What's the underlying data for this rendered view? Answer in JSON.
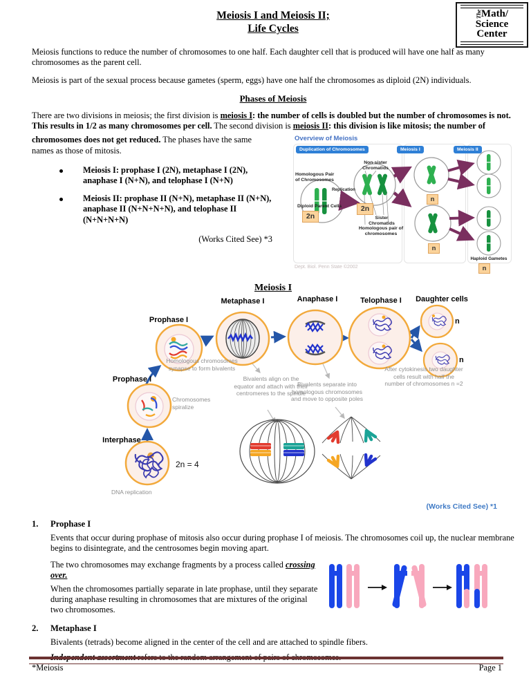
{
  "logo": {
    "the": "The",
    "word1": "Math/",
    "word2": "Science",
    "word3": "Center"
  },
  "title": {
    "line1": "Meiosis I and Meiosis II;",
    "line2": "Life Cycles"
  },
  "intro": {
    "p1": "Meiosis functions to reduce the number of chromosomes to one half. Each daughter cell that is produced will have one half as many chromosomes as the parent cell.",
    "p2": "Meiosis is part of the sexual process because gametes (sperm, eggs) have one half the chromosomes as diploid (2N) individuals."
  },
  "phases": {
    "heading": "Phases of Meiosis",
    "para": {
      "s1": "There are two divisions in meiosis; the first division is ",
      "s2": "meiosis I",
      "s3": ": the number of cells is doubled but the number of chromosomes is not. This results in 1/2 as many chromosomes per cell.",
      "s4": " The second division is ",
      "s5": "meiosis II",
      "s6": ": this division is like mitosis; the number of",
      "s7": "chromosomes does not get reduced.",
      "s8": " The phases have the same names as those of mitosis."
    },
    "bullets": [
      "Meiosis I: prophase I (2N), metaphase I (2N), anaphase I (N+N), and telophase I (N+N)",
      "Meiosis II: prophase II (N+N), metaphase II (N+N), anaphase II (N+N+N+N), and telophase II (N+N+N+N)"
    ],
    "works_cited": "(Works Cited See) *3"
  },
  "overview": {
    "title": "Overview of Meiosis",
    "badge_dup": "Duplication of Chromosomes",
    "badge_m1": "Meiosis I",
    "badge_m2": "Meiosis II",
    "non_sister": "Non-sister Chromatids",
    "homologous_pair": "Homologous Pair of Chromosomes",
    "replication": "Replication",
    "diploid": "Diploid Parent Cells",
    "box_2n_a": "2n",
    "box_2n_b": "2n",
    "sister": "Sister Chromatids",
    "hom_pair2": "Homologous pair of chromosomes",
    "box_n_a": "n",
    "box_n_b": "n",
    "box_n_c": "n",
    "haploid": "Haploid Gametes",
    "credit": "Dept. Biol. Penn State ©2002"
  },
  "diagram": {
    "heading": "Meiosis I",
    "prophase_a": "Prophase I",
    "prophase_b": "Prophase I",
    "interphase": "Interphase",
    "metaphase": "Metaphase I",
    "anaphase": "Anaphase I",
    "telophase": "Telophase I",
    "daughter": "Daughter cells",
    "n1": "n",
    "n2": "n",
    "ploidy": "2n = 4",
    "dna": "DNA replication",
    "spiralize": "Chromosomes spiralize",
    "synapse": "Homologous chromosomes synapse to form bivalents",
    "align": "Bivalents align on the equator and attach with their centromeres to the spindle",
    "separate": "Bivalents separate into homologous chromosomes and move to opposite poles",
    "cytokinesis": "After cytokinesis two daughter cells result with half the number of chromosomes n =2",
    "works_cited": "(Works Cited See) *1"
  },
  "section1": {
    "number": "1.",
    "title": "Prophase I",
    "p1": "Events that occur during prophase of mitosis also occur during prophase I of meiosis. The chromosomes coil up, the nuclear membrane begins to disintegrate, and the centrosomes begin moving apart.",
    "p2a": "The two chromosomes may exchange fragments by a process called ",
    "p2b": "crossing over.",
    "p3": "When the chromosomes partially separate in late prophase, until they separate during anaphase resulting in chromosomes that are mixtures of the original two chromosomes."
  },
  "section2": {
    "number": "2.",
    "title": "Metaphase I",
    "p1": "Bivalents (tetrads) become aligned in the center of the cell and are attached to spindle fibers.",
    "p2a": "Independent assortment",
    "p2b": " refers to the random arrangement of pairs of chromosomes."
  },
  "footer": {
    "left": "*Meiosis",
    "right": "Page 1"
  },
  "colors": {
    "works_cited_blue": "#3F7AC5",
    "overview_blue": "#4472C4",
    "badge_blue": "#2E7FD6",
    "ploidy_box_orange": "#FBD39B",
    "chromosome_green_light": "#2EB050",
    "chromosome_green_dark": "#17913F",
    "arrow_purple": "#7A2F5F",
    "cell_border_orange": "#F2A93B",
    "cell_fill_pink": "#FCEFE9",
    "arrow_blue": "#2456A8",
    "cross_blue": "#1A46E8",
    "cross_pink": "#F8A8BD",
    "footer_maroon": "#6B3231"
  }
}
